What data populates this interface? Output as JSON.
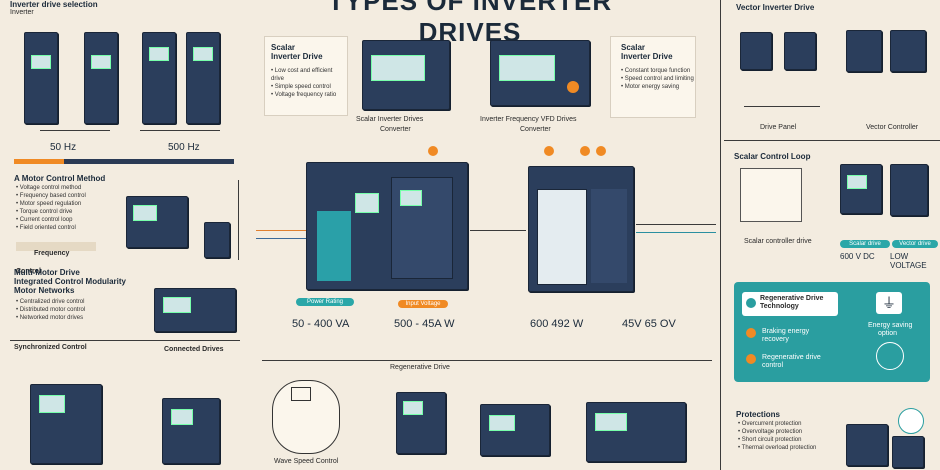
{
  "title": "TYPES OF INVERTER DRIVES",
  "top_left": {
    "header": "Inverter drive selection",
    "sub": "Inverter",
    "caption_left": "50 Hz",
    "caption_right": "500 Hz",
    "orange_badges": [
      "",
      ""
    ]
  },
  "scalar_panel_left": {
    "title1": "Scalar",
    "title2": "Inverter Drive",
    "bullets": [
      "Low cost and efficient drive",
      "Simple speed control",
      "Voltage frequency ratio"
    ]
  },
  "scalar_panel_right": {
    "title1": "Scalar",
    "title2": "Inverter Drive",
    "bullets": [
      "Constant torque function",
      "Speed control and limiting",
      "Motor energy saving"
    ]
  },
  "mid_captions": {
    "left": "Scalar Inverter Drives",
    "left_sub": "Converter",
    "right": "Inverter Frequency VFD Drives",
    "right_sub": "Converter"
  },
  "vector_section": {
    "title": "Vector Inverter Drive",
    "label_left": "Drive Panel",
    "label_right": "Vector Controller"
  },
  "scalar_control": {
    "title": "Scalar Control Loop",
    "caption": "Scalar controller drive",
    "badges": [
      "Scalar drive",
      "Vector drive"
    ],
    "bottom_left": "600 V DC",
    "bottom_right": "LOW VOLTAGE"
  },
  "motor_control": {
    "title": "A Motor Control Method",
    "bullets": [
      "Voltage control method",
      "Frequency based control",
      "Motor speed regulation",
      "Torque control drive",
      "Current control loop",
      "Field oriented control"
    ],
    "footer": "Frequency Control"
  },
  "multi_motor": {
    "title1": "Multi-Motor Drive",
    "title2": "Integrated Control Modularity",
    "title3": "Motor Networks",
    "bullets": [
      "Centralized drive control",
      "Distributed motor control",
      "Networked motor drives"
    ],
    "footer_left": "Synchronized Control",
    "footer_right": "Connected Drives"
  },
  "center_labels": {
    "b1": "Power Rating",
    "v1": "50 - 400 VA",
    "b2": "Input Voltage",
    "v2": "500 - 45A W",
    "v3": "600 492 W",
    "v4": "45V  65 OV"
  },
  "bottom": {
    "caption": "Regenerative Drive",
    "left_caption": "Wave Speed Control",
    "badges": [
      "",
      "",
      "",
      ""
    ]
  },
  "teal_panel": {
    "heading": "Regenerative Drive Technology",
    "item1": "Braking energy recovery",
    "item2": "Regenerative drive control",
    "item3": "Energy saving",
    "item3_sub": "option"
  },
  "bottom_right": {
    "title": "Protections",
    "bullets": [
      "Overcurrent protection",
      "Overvoltage protection",
      "Short circuit protection",
      "Thermal overload protection"
    ]
  },
  "colors": {
    "navy": "#2b3e5c",
    "orange": "#f08a24",
    "teal": "#2a9ea0",
    "bg": "#f3ece0"
  }
}
